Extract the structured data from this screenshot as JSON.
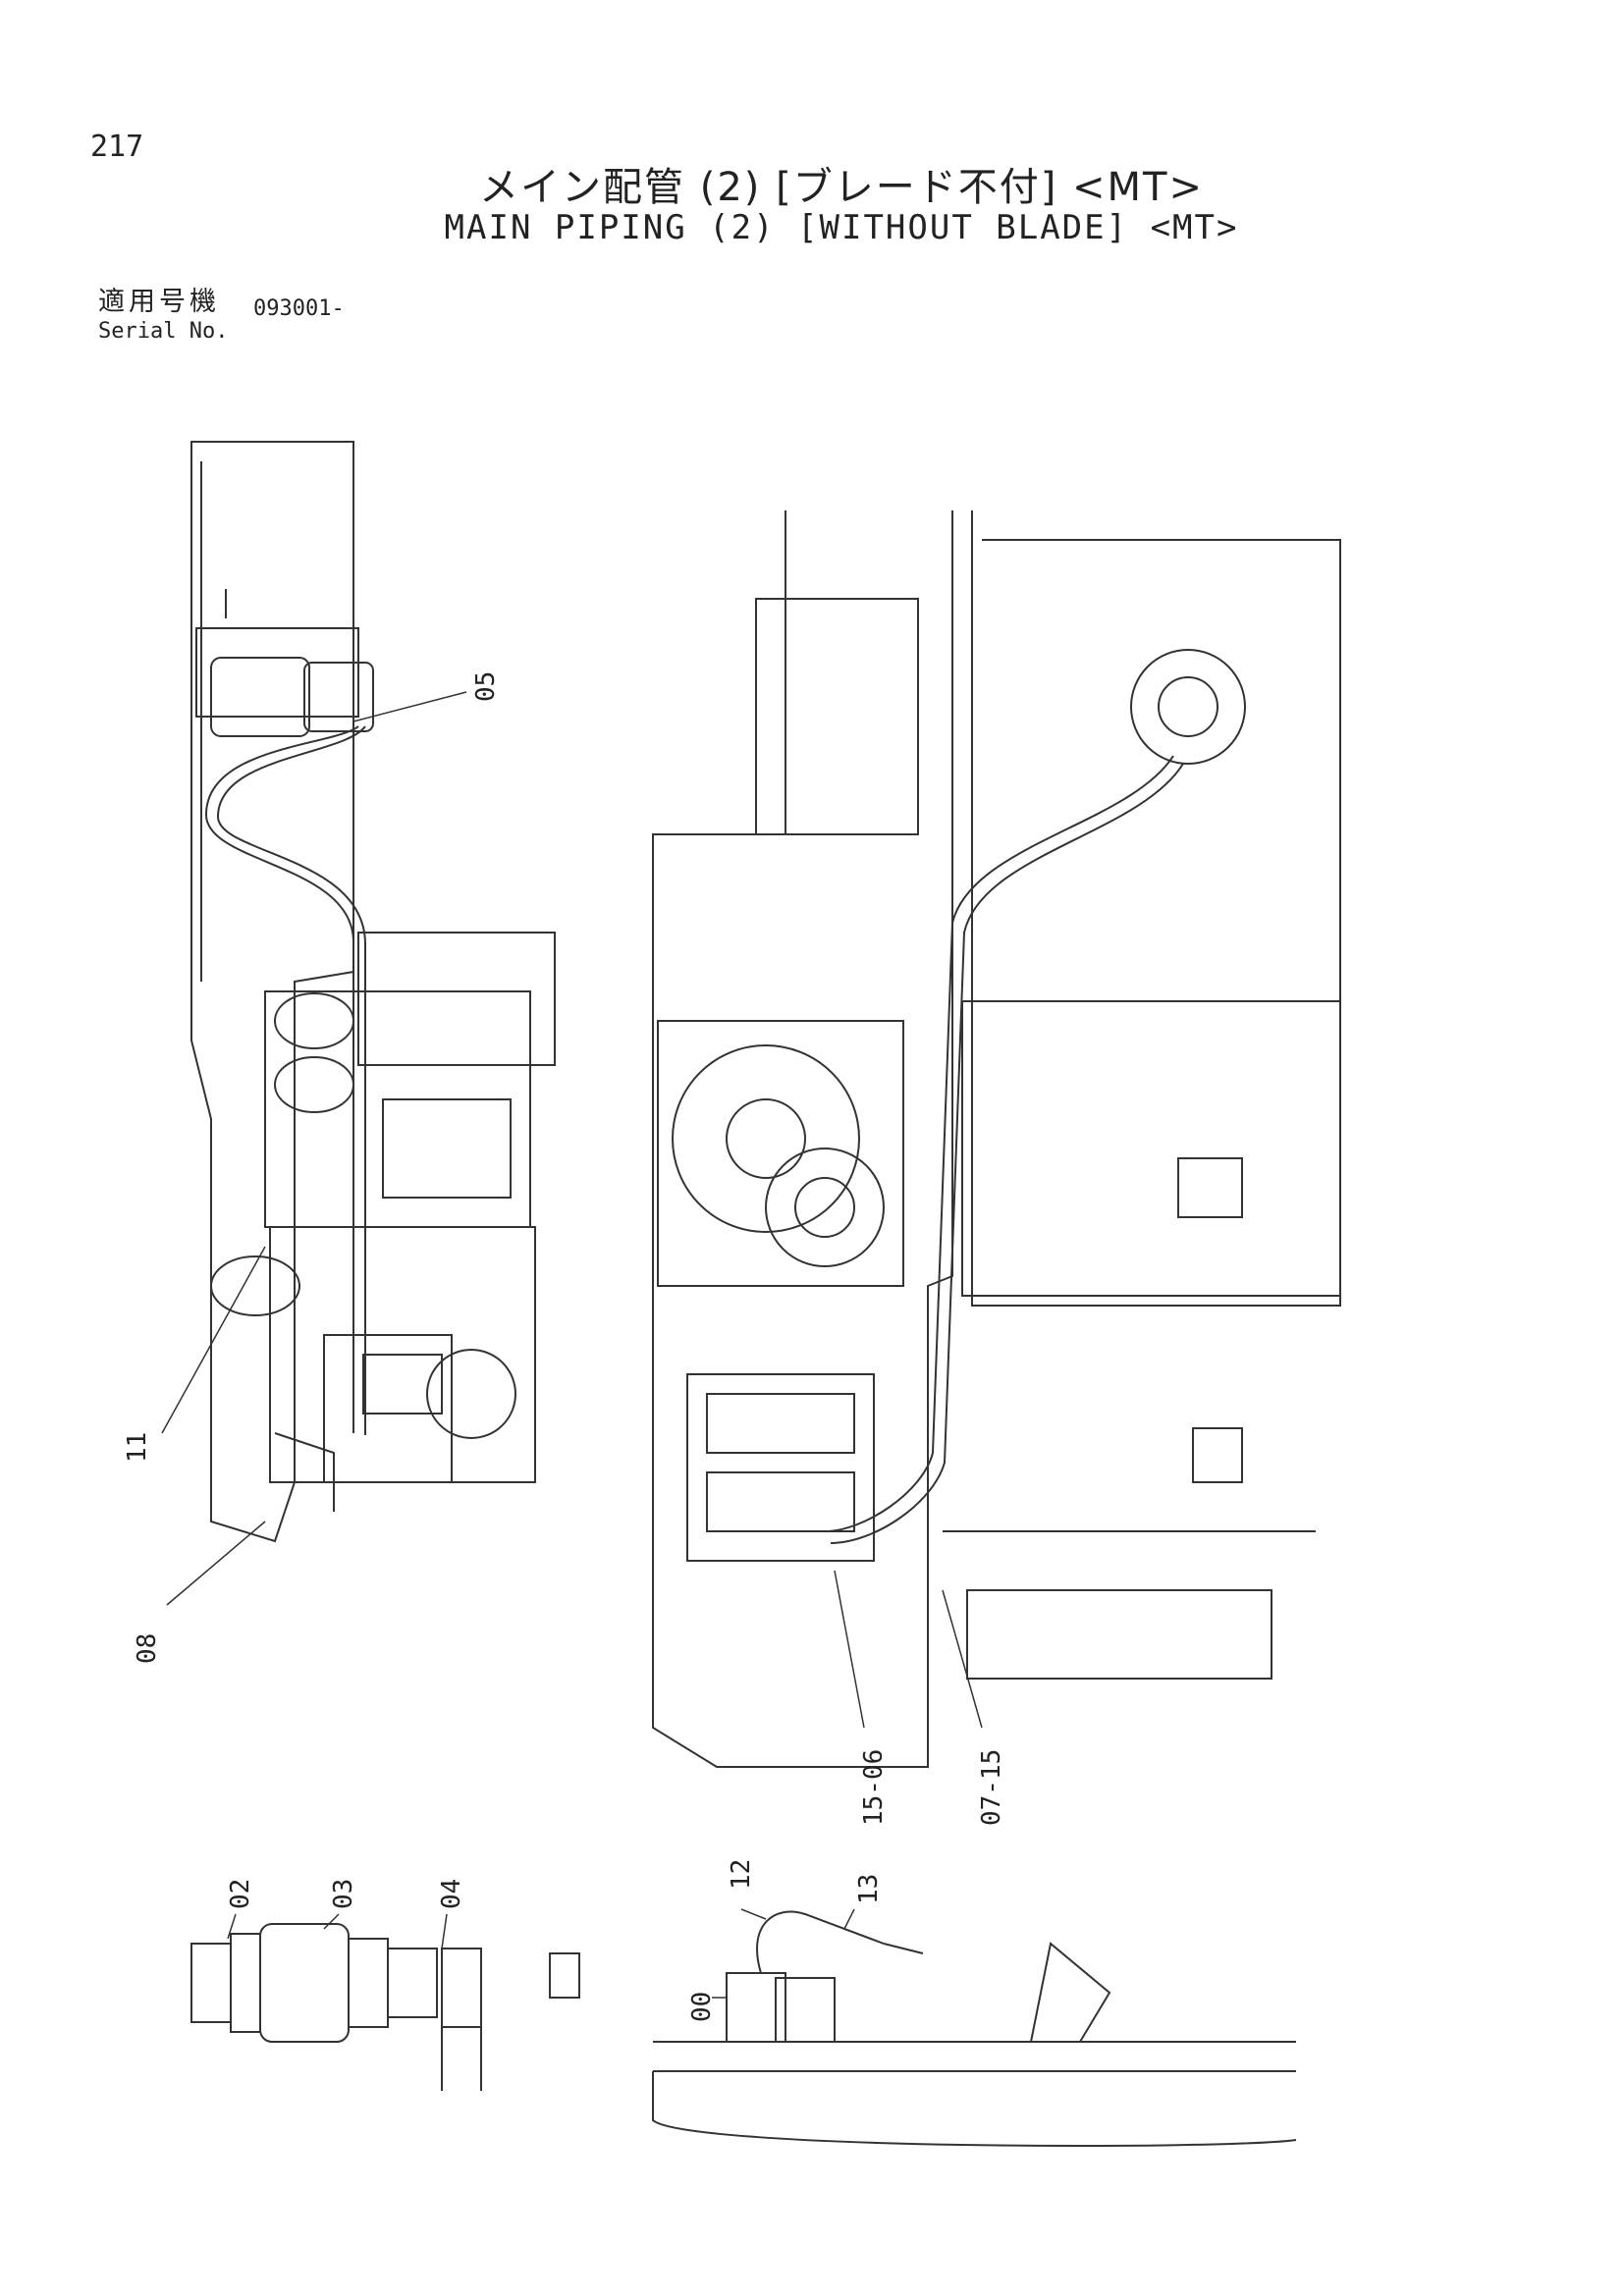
{
  "header": {
    "page_number": "217",
    "title_jp": "メイン配管 (2) [ブレード不付] <MT>",
    "title_en": "MAIN PIPING (2) [WITHOUT BLADE] <MT>",
    "serial_label_jp": "適用号機",
    "serial_label_en": "Serial No.",
    "serial_value": "093001-"
  },
  "callouts": {
    "c05": "05",
    "c11": "11",
    "c08": "08",
    "c15_06": "15-06",
    "c07_15": "07-15",
    "c02": "02",
    "c03": "03",
    "c04": "04",
    "c12": "12",
    "c13": "13",
    "c00": "00"
  },
  "colors": {
    "line": "#333333",
    "paper": "#ffffff"
  }
}
